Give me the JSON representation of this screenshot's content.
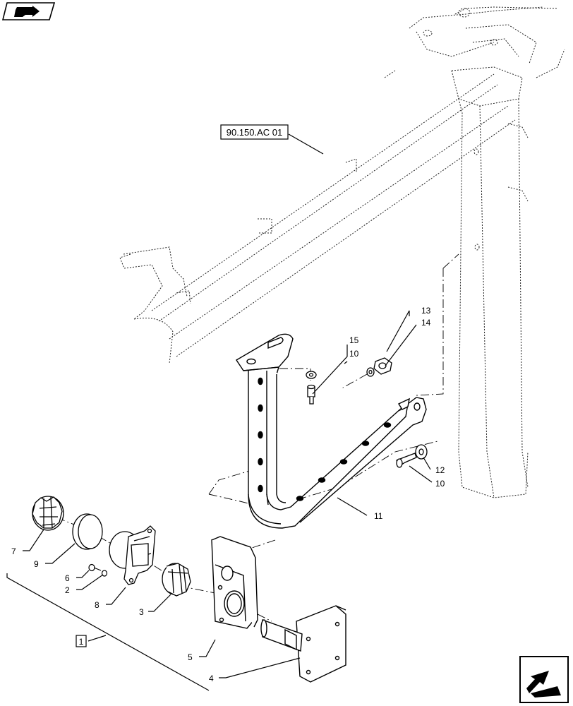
{
  "reference_box": {
    "label": "90.150.AC 01"
  },
  "kit_box": {
    "label": "1"
  },
  "callouts": {
    "c15": "15",
    "c10a": "10",
    "c13": "13",
    "c14": "14",
    "c12": "12",
    "c10b": "10",
    "c11": "11",
    "c7": "7",
    "c9": "9",
    "c6": "6",
    "c2": "2",
    "c8": "8",
    "c3": "3",
    "c5": "5",
    "c4": "4"
  },
  "icons": {
    "top_left": "book-arrow-icon",
    "bottom_right": "next-page-arrow-icon"
  }
}
